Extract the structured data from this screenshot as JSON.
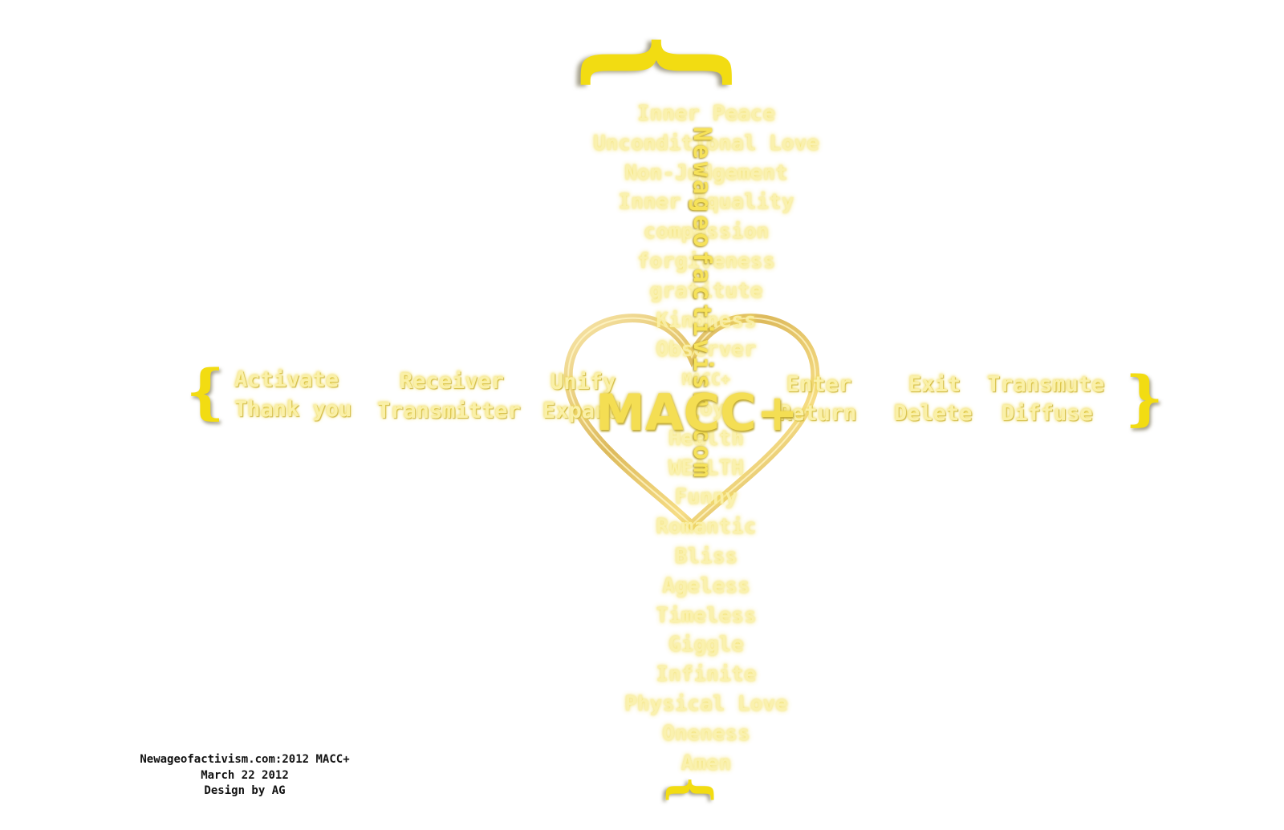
{
  "braces": {
    "top": "{",
    "left": "{",
    "right": "}",
    "bottom": "{"
  },
  "vertical_list": [
    "Inner Peace",
    "Unconditional Love",
    "Non-Judgement",
    "Inner Equality",
    "compassion",
    "forgiveness",
    "gratitute",
    "Kindness",
    "Observer",
    "MACC+",
    "Joy",
    "Health",
    "WEALTH",
    "Funny",
    "Romantic",
    "Bliss",
    "Ageless",
    "Timeless",
    "Giggle",
    "Infinite",
    "Physical Love",
    "Oneness",
    "Amen"
  ],
  "vertical_word": "Newageofactivism.com",
  "row_top": {
    "activate": "Activate",
    "receiver": "Receiver",
    "unify": "Unify",
    "enter": "Enter",
    "exit": "Exit",
    "transmute": "Transmute"
  },
  "row_bottom": {
    "thank_you": "Thank you",
    "transmitter": "Transmitter",
    "expand": "Expand",
    "return": "Return",
    "delete": "Delete",
    "diffuse": "Diffuse"
  },
  "center_title": "MACC+",
  "footer": {
    "line1": "Newageofactivism.com:2012 MACC+",
    "line2": "March 22 2012",
    "line3": "Design by AG"
  },
  "colors": {
    "brace_yellow": "#f2dc12",
    "text_glow": "#faf0a8",
    "heart_gold": "#d9b24a",
    "footer_text": "#111111"
  }
}
